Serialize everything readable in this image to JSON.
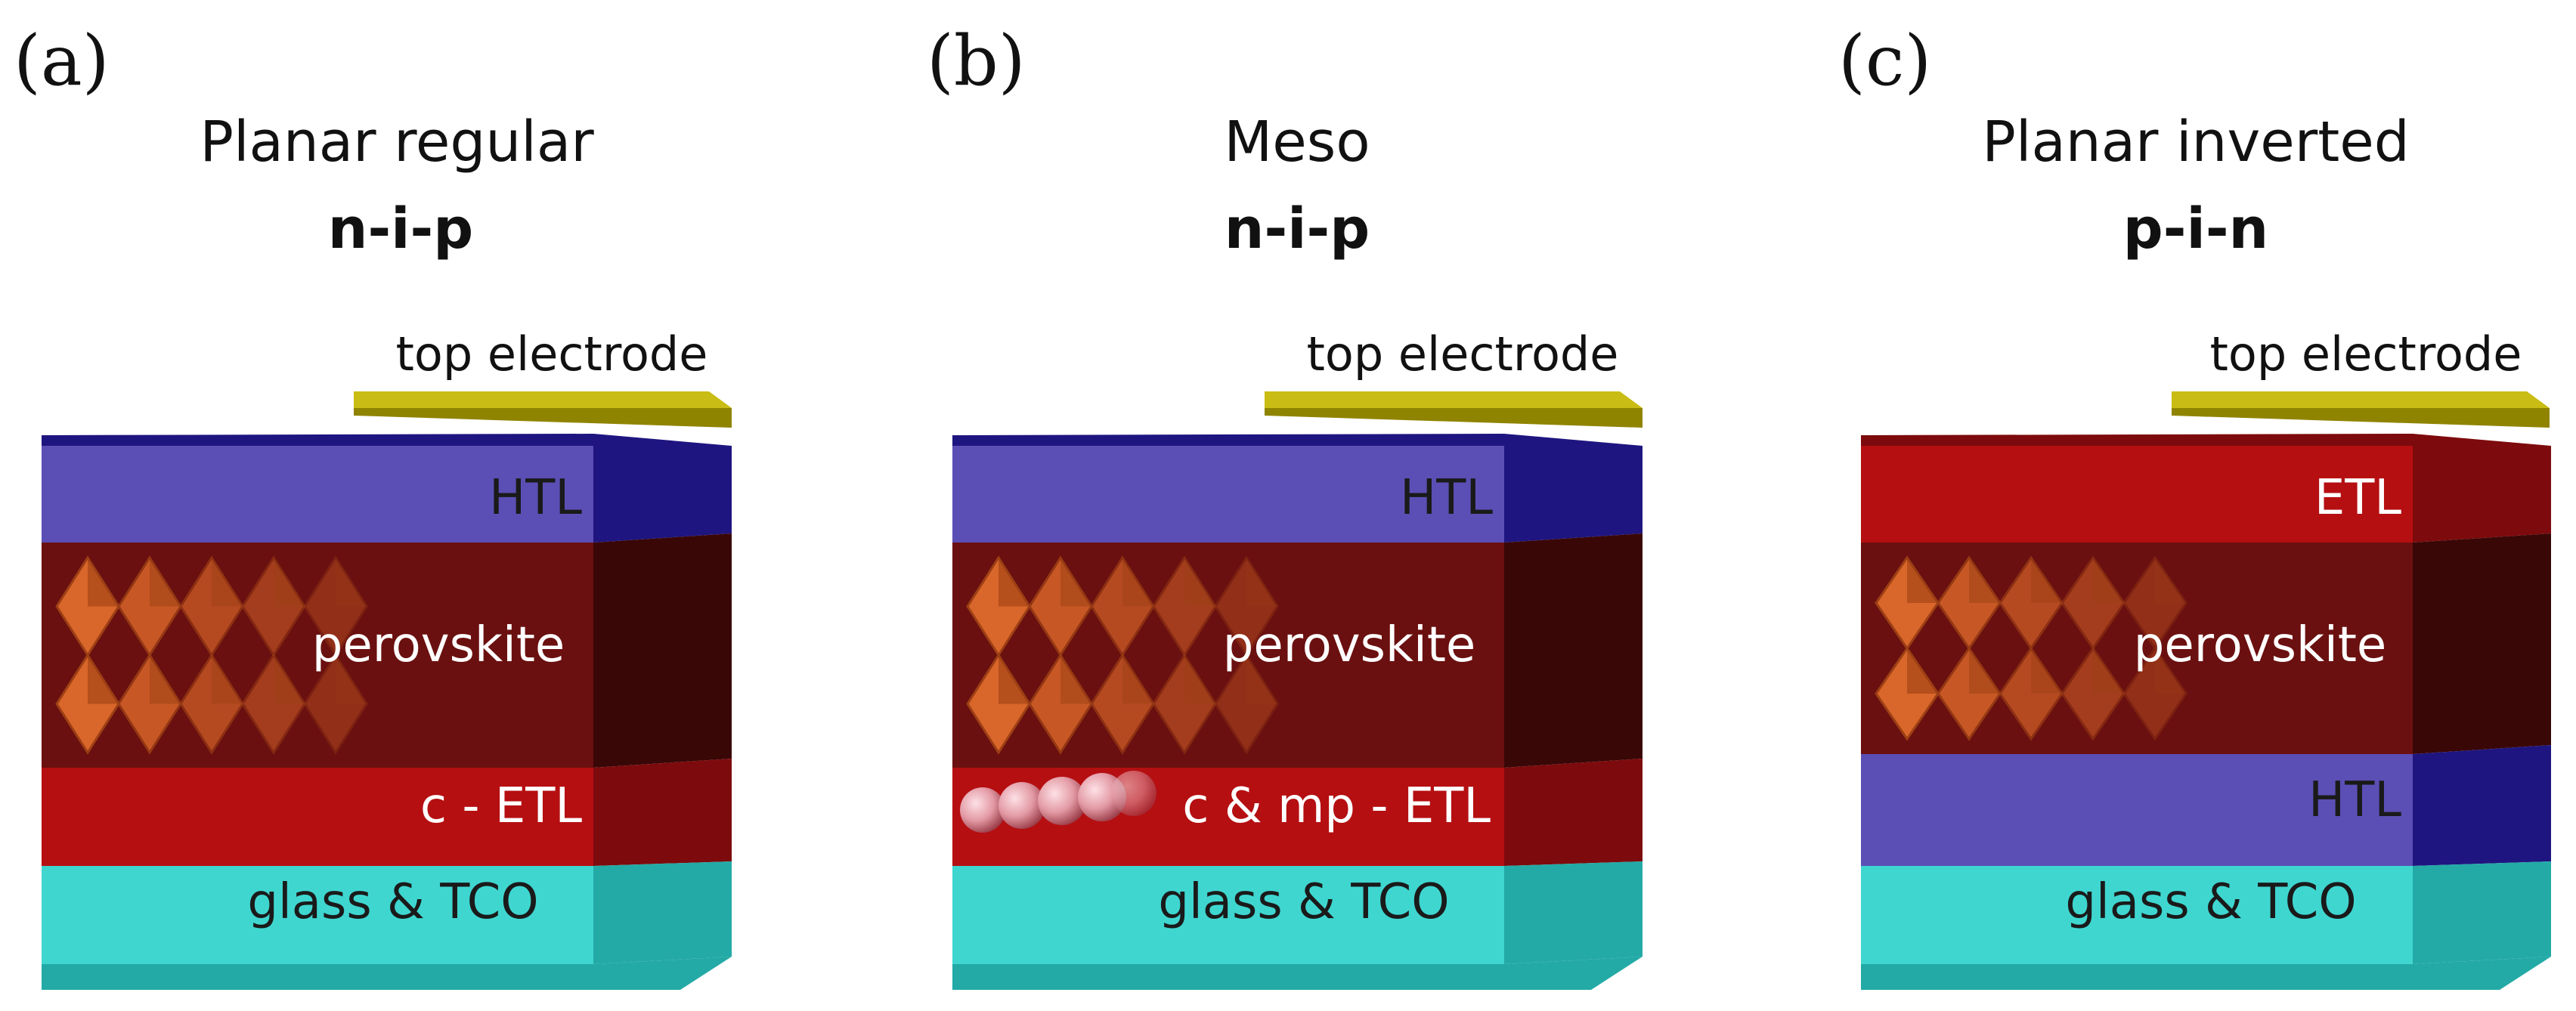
{
  "panels": [
    {
      "label": "(a)",
      "title": "Planar regular",
      "subtitle": "n-i-p",
      "electrode_label": "top electrode",
      "layers_top_to_bottom": [
        {
          "label": "HTL",
          "color": "#5b4fb5",
          "side_color": "#1f1580",
          "text_color": "#1a1a1a"
        },
        {
          "label": "perovskite",
          "color": "#6b1010",
          "side_color": "#3a0707",
          "text_color": "#ffffff"
        },
        {
          "label": "c - ETL",
          "color": "#b50f12",
          "side_color": "#7d0a0c",
          "text_color": "#ffffff"
        },
        {
          "label": "glass & TCO",
          "color": "#3fd6d0",
          "side_color": "#23aaa6",
          "text_color": "#1a1a1a"
        }
      ]
    },
    {
      "label": "(b)",
      "title": "Meso",
      "subtitle": "n-i-p",
      "electrode_label": "top electrode",
      "layers_top_to_bottom": [
        {
          "label": "HTL",
          "color": "#5b4fb5",
          "side_color": "#1f1580",
          "text_color": "#1a1a1a"
        },
        {
          "label": "perovskite",
          "color": "#6b1010",
          "side_color": "#3a0707",
          "text_color": "#ffffff"
        },
        {
          "label": "c & mp - ETL",
          "color": "#b50f12",
          "side_color": "#7d0a0c",
          "text_color": "#ffffff"
        },
        {
          "label": "glass & TCO",
          "color": "#3fd6d0",
          "side_color": "#23aaa6",
          "text_color": "#1a1a1a"
        }
      ]
    },
    {
      "label": "(c)",
      "title": "Planar inverted",
      "subtitle": "p-i-n",
      "electrode_label": "top electrode",
      "layers_top_to_bottom": [
        {
          "label": "ETL",
          "color": "#b50f12",
          "side_color": "#7d0a0c",
          "text_color": "#ffffff"
        },
        {
          "label": "perovskite",
          "color": "#6b1010",
          "side_color": "#3a0707",
          "text_color": "#ffffff"
        },
        {
          "label": "HTL",
          "color": "#5b4fb5",
          "side_color": "#1f1580",
          "text_color": "#1a1a1a"
        },
        {
          "label": "glass & TCO",
          "color": "#3fd6d0",
          "side_color": "#23aaa6",
          "text_color": "#1a1a1a"
        }
      ]
    }
  ],
  "colors": {
    "electrode_top": "#c9bc14",
    "electrode_front": "#8f8400",
    "crystal_face": "#d9662a",
    "crystal_dark": "#9c3f14",
    "particle": "#e7a3ad",
    "particle_shade": "#b05560"
  }
}
